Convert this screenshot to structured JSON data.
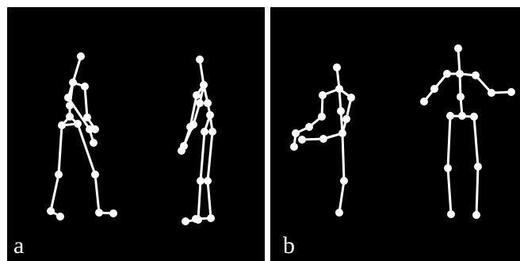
{
  "panels": [
    {
      "id": "a",
      "label": "a"
    },
    {
      "id": "b",
      "label": "b"
    }
  ],
  "colors": {
    "background": "#000000",
    "figure": "#ffffff",
    "divider": "#ffffff"
  }
}
